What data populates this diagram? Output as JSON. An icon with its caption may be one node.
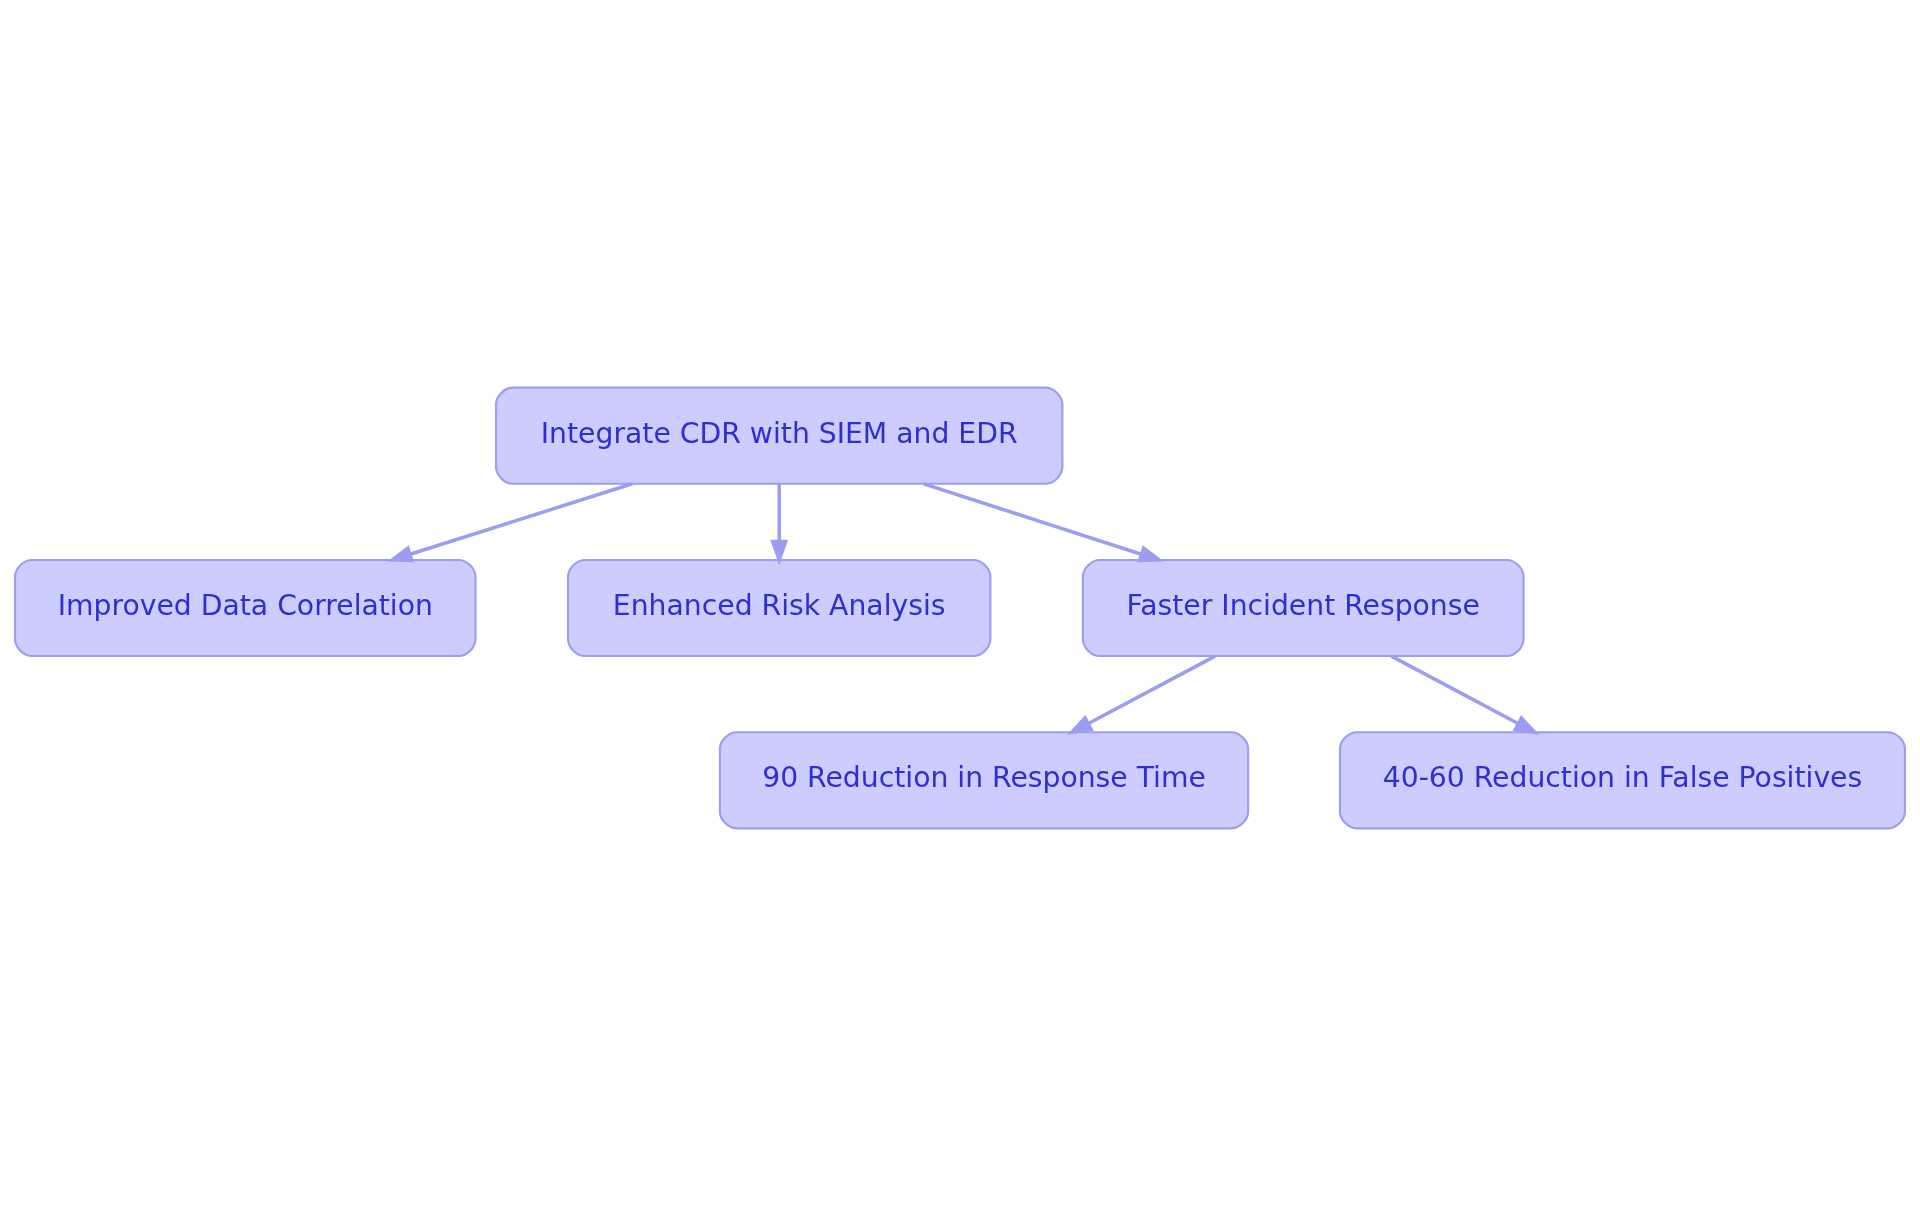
{
  "diagram": {
    "nodes": [
      {
        "text": [
          "Integrate CDR with SIEM and EDR"
        ]
      },
      {
        "text": [
          "Improved Data Correlation"
        ]
      },
      {
        "text": [
          "Enhanced Risk Analysis"
        ]
      },
      {
        "text": [
          "Faster Incident Response"
        ]
      },
      {
        "text": [
          "90 Reduction in Response Time"
        ]
      },
      {
        "text": [
          "40-60 Reduction in False Positives"
        ]
      }
    ],
    "edges": [
      {
        "from": 0,
        "to": 1,
        "arrow": "to"
      },
      {
        "from": 0,
        "to": 2,
        "arrow": "to"
      },
      {
        "from": 0,
        "to": 3,
        "arrow": "to"
      },
      {
        "from": 3,
        "to": 4,
        "arrow": "to"
      },
      {
        "from": 3,
        "to": 5,
        "arrow": "to"
      }
    ]
  }
}
